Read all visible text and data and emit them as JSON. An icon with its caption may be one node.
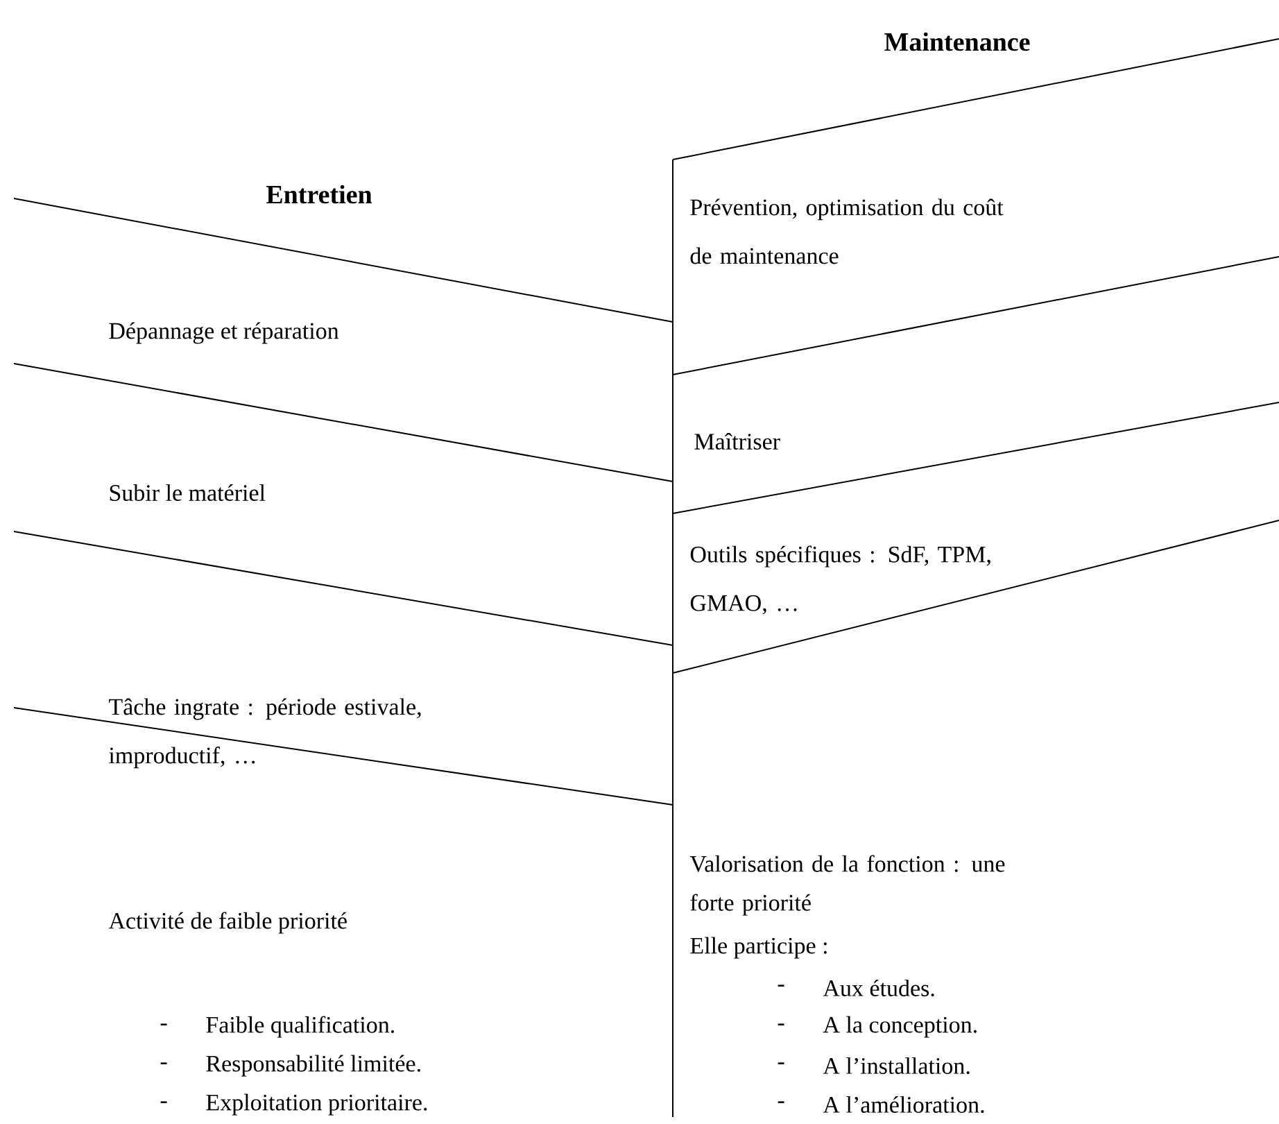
{
  "diagram": {
    "labels": [
      "Maintenance",
      "Entretien",
      "Prévention, optimisation du coût de maintenance",
      "Dépannage et réparation",
      "Maîtriser",
      "Subir le matériel",
      "Outils spécifiques : SdF, TPM, GMAO, …",
      "Tâche ingrate : période estivale, improductif, …",
      "Valorisation de la fonction : une forte priorité",
      "Elle participe :",
      "-",
      "Aux études.",
      "-",
      "A la conception.",
      "-",
      "A l’installation.",
      "-",
      "A l’amélioration.",
      "Activité de faible priorité",
      "-",
      "Faible qualification.",
      "-",
      "Responsabilité limitée.",
      "-",
      "Exploitation prioritaire."
    ]
  }
}
